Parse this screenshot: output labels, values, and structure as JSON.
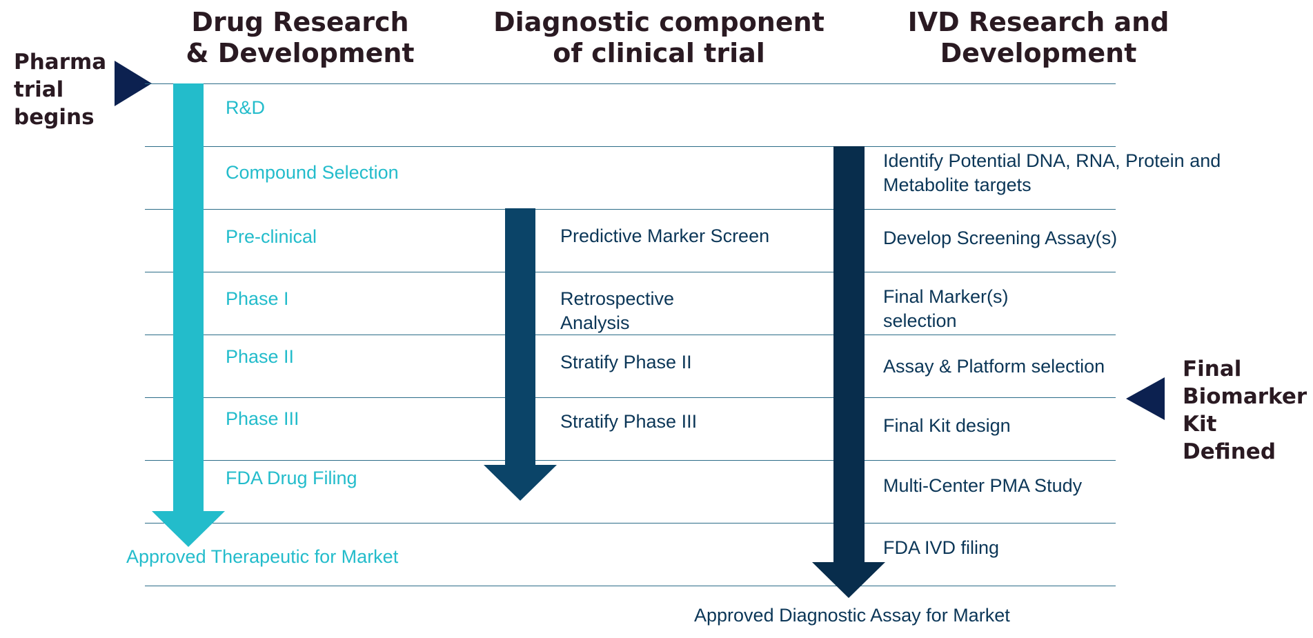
{
  "headers": {
    "drug_rd": "Drug Research & Development",
    "diagnostic": "Diagnostic component of clinical trial",
    "ivd_rd": "IVD Research and Development"
  },
  "side_labels": {
    "pharma_trial": "Pharma trial begins",
    "final_biomarker": "Final Biomarker Kit Defined"
  },
  "drug_stages": [
    "R&D",
    "Compound Selection",
    "Pre-clinical",
    "Phase I",
    "Phase II",
    "Phase III",
    "FDA Drug Filing"
  ],
  "drug_outcome": "Approved Therapeutic for Market",
  "diagnostic_stages": [
    "Predictive Marker Screen",
    "Retrospective Analysis",
    "Stratify Phase II",
    "Stratify Phase III"
  ],
  "ivd_stages": [
    "Identify Potential DNA, RNA, Protein and Metabolite targets",
    "Develop Screening Assay(s)",
    "Final Marker(s) selection",
    "Assay & Platform selection",
    "Final Kit design",
    "Multi-Center PMA Study",
    "FDA IVD filing"
  ],
  "ivd_outcome": "Approved Diagnostic Assay for Market",
  "colors": {
    "teal": "#23bccb",
    "navy_mid": "#0b4468",
    "navy_dark": "#082d4c",
    "marker": "#0c2150",
    "heading": "#2a1a22"
  }
}
